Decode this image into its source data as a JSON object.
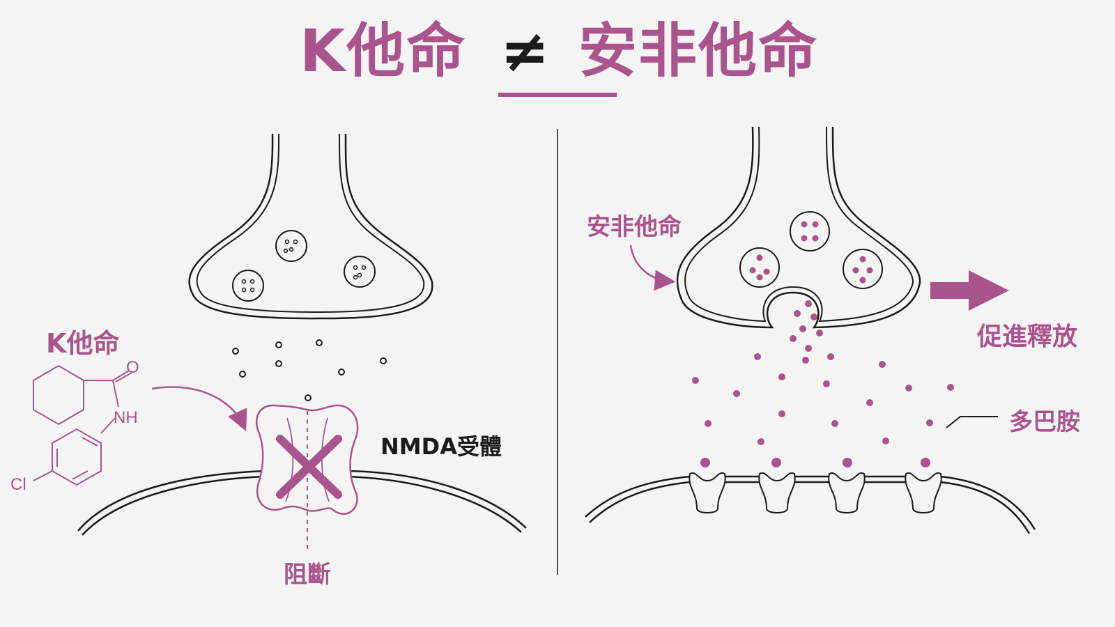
{
  "title": {
    "left": "K他命",
    "symbol": "≠",
    "right": "安非他命"
  },
  "left_panel": {
    "drug_label": "K他命",
    "receptor_label": "NMDA受體",
    "block_label": "阻斷",
    "atoms": {
      "oxygen": "O",
      "amine": "NH",
      "chlorine": "Cl"
    }
  },
  "right_panel": {
    "drug_label": "安非他命",
    "release_label": "促進釋放",
    "dopamine_label": "多巴胺"
  },
  "colors": {
    "accent": "#a9548d",
    "ink": "#1a1a1a",
    "background": "#f4f4f4"
  }
}
